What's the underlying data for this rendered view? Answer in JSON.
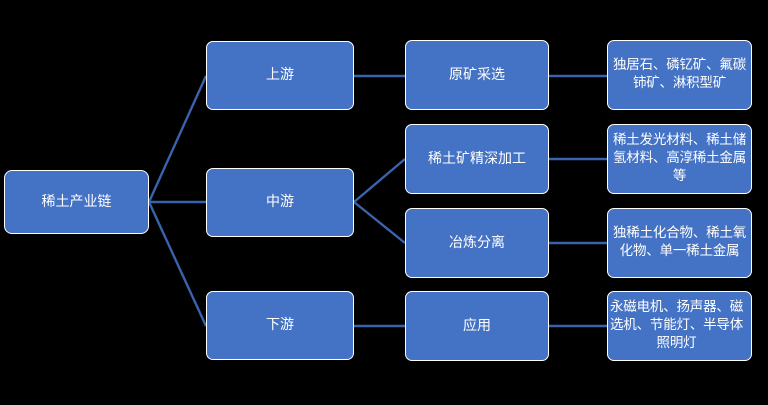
{
  "diagram": {
    "title": "稀土产业链",
    "background_color": "#000000",
    "node_fill_color": "#4472C4",
    "node_border_color": "#FFFFFF",
    "connector_color": "#3A63AE",
    "text_color": "#FFFFFF",
    "root": {
      "label": "稀土产业链"
    },
    "tiers": [
      {
        "label": "上游"
      },
      {
        "label": "中游"
      },
      {
        "label": "下游"
      }
    ],
    "stages": [
      {
        "label": "原矿采选"
      },
      {
        "label": "稀土矿精深加工"
      },
      {
        "label": "冶炼分离"
      },
      {
        "label": "应用"
      }
    ],
    "outputs": [
      {
        "label": "独居石、磷钇矿、氟碳铈矿、淋积型矿"
      },
      {
        "label": "稀土发光材料、稀土储氢材料、高淳稀土金属等"
      },
      {
        "label": "独稀土化合物、稀土氧化物、单一稀土金属"
      },
      {
        "label": "永磁电机、扬声器、磁选机、节能灯、半导体照明灯"
      }
    ]
  }
}
